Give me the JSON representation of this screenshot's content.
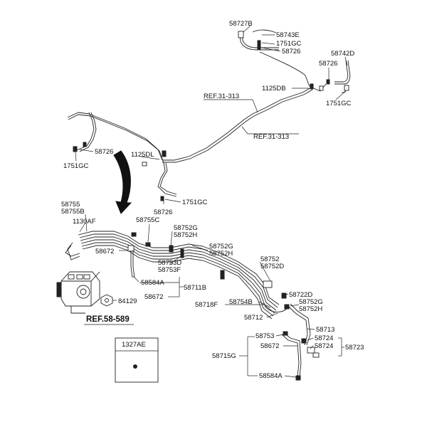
{
  "labels": {
    "p58727B": "58727B",
    "p58743E": "58743E",
    "p1751GC_a": "1751GC",
    "p58726_a": "58726",
    "p58742D": "58742D",
    "p58726_b": "58726",
    "p1125DB": "1125DB",
    "p1751GC_b": "1751GC",
    "p58726_c": "58726",
    "p1751GC_c": "1751GC",
    "p1125DL": "1125DL",
    "p1751GC_d": "1751GC",
    "p58726_d": "58726",
    "p58755": "58755",
    "p58755B": "58755B",
    "p1130AF": "1130AF",
    "p58755C": "58755C",
    "p58752G_a": "58752G",
    "p58752H_a": "58752H",
    "p58672_a": "58672",
    "p58752G_b": "58752G",
    "p58752H_b": "58752H",
    "p58753D": "58753D",
    "p58753F": "58753F",
    "p58752": "58752",
    "p58752D": "58752D",
    "p58584A_a": "58584A",
    "p58711B": "58711B",
    "p58672_b": "58672",
    "p84129": "84129",
    "p58722D": "58722D",
    "p58718F": "58718F",
    "p58754B": "58754B",
    "p58752G_c": "58752G",
    "p58752H_c": "58752H",
    "p58712": "58712",
    "p58713": "58713",
    "p58753": "58753",
    "p58724_a": "58724",
    "p58672_c": "58672",
    "p58724_b": "58724",
    "p58723": "58723",
    "p58715G": "58715G",
    "p58584A_b": "58584A",
    "p1327AE": "1327AE"
  },
  "references": {
    "ref_31_313_a": "REF.31-313",
    "ref_31_313_b": "REF.31-313",
    "ref_58_589": "REF.58-589"
  }
}
